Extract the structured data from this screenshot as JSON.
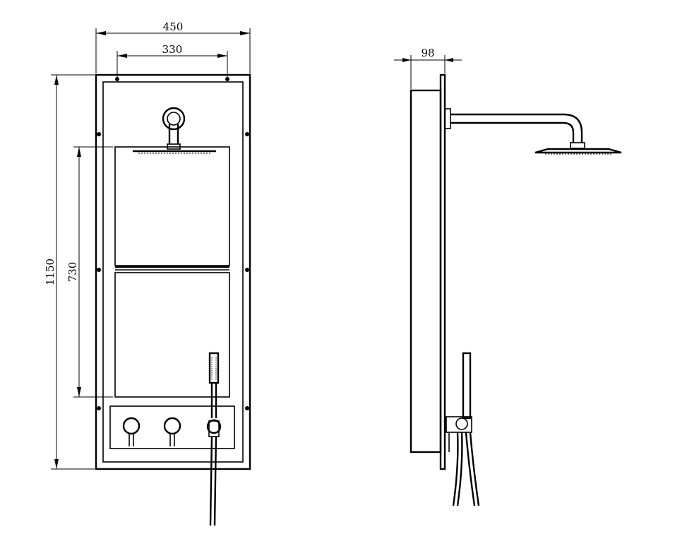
{
  "front_view": {
    "dim_total_width": "450",
    "dim_inner_width": "330",
    "dim_total_height": "1150",
    "dim_inner_height": "730"
  },
  "side_view": {
    "dim_depth": "98"
  }
}
